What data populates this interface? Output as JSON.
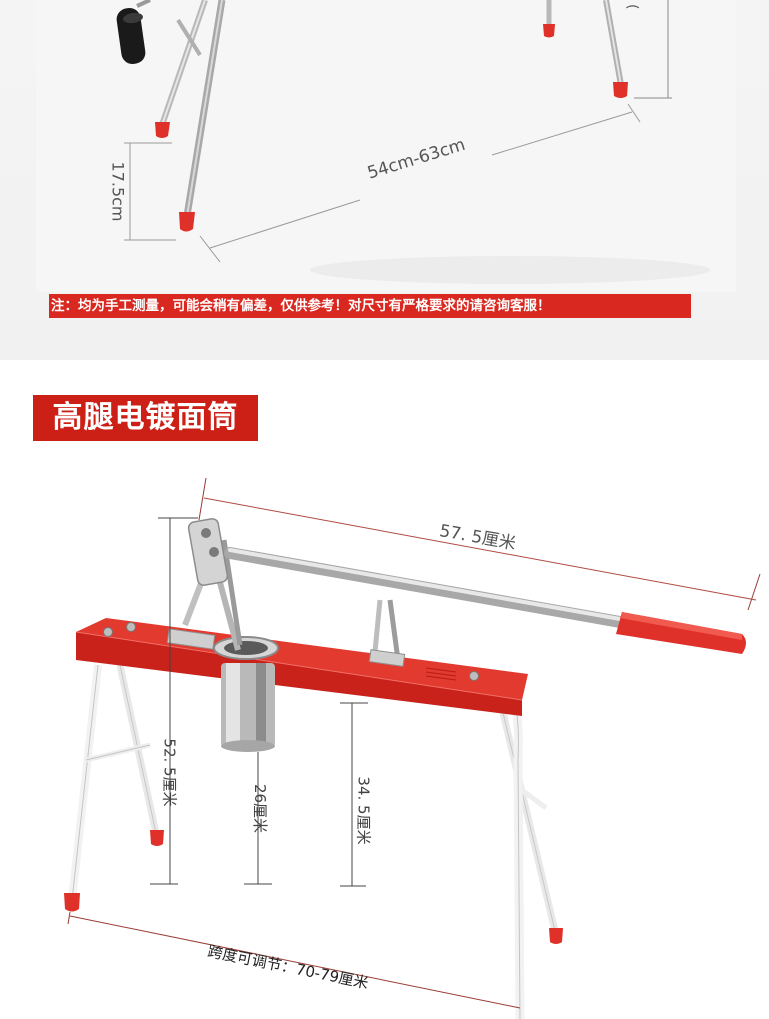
{
  "top_section": {
    "dim_height_leg": "17.5cm",
    "dim_width_range": "54cm-63cm",
    "notice": "注：均为手工测量，可能会稍有偏差，仅供参考！对尺寸有严格要求的请咨询客服！"
  },
  "bottom_section": {
    "title": "高腿电镀面筒",
    "dim_lever_length": "57. 5厘米",
    "dim_total_height": "52. 5厘米",
    "dim_cup_height": "26厘米",
    "dim_bench_height": "34. 5厘米",
    "dim_span": "跨度可调节：70-79厘米"
  },
  "colors": {
    "notice_bg": "#d9281f",
    "title_bg": "#cc1f16",
    "bench_red": "#d8241b",
    "foot_red": "#e0302a"
  }
}
